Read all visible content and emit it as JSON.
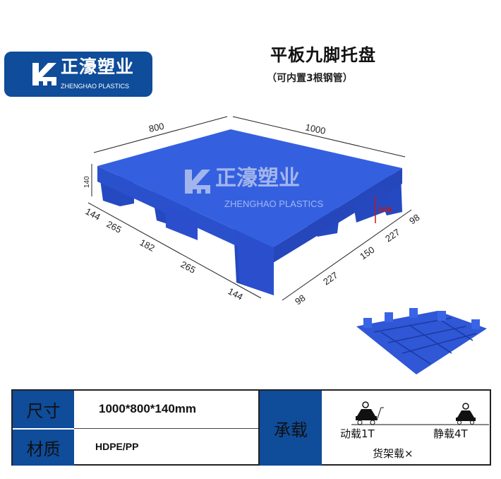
{
  "logo": {
    "name_cn": "正濠塑业",
    "name_en": "ZHENGHAO PLASTICS"
  },
  "product": {
    "title": "平板九脚托盘",
    "subtitle": "（可内置3根钢管）"
  },
  "watermark": {
    "name_cn": "正濠塑业",
    "name_en": "ZHENGHAO PLASTICS"
  },
  "dimensions": {
    "width": "800",
    "length": "1000",
    "height": "140",
    "entry_height": "106",
    "left_side": [
      "144",
      "265",
      "182",
      "265",
      "144"
    ],
    "right_side": [
      "98",
      "227",
      "150",
      "227",
      "98"
    ]
  },
  "specs": {
    "size_label": "尺寸",
    "size_value": "1000*800*140mm",
    "material_label": "材质",
    "material_value": "HDPE/PP",
    "load_label": "承载",
    "dynamic_load": "动载1T",
    "static_load": "静载4T",
    "rack_load": "货架载×"
  },
  "colors": {
    "brand": "#0f4c9a",
    "pallet": "#2f57d6",
    "accent_red": "#c0191c"
  }
}
